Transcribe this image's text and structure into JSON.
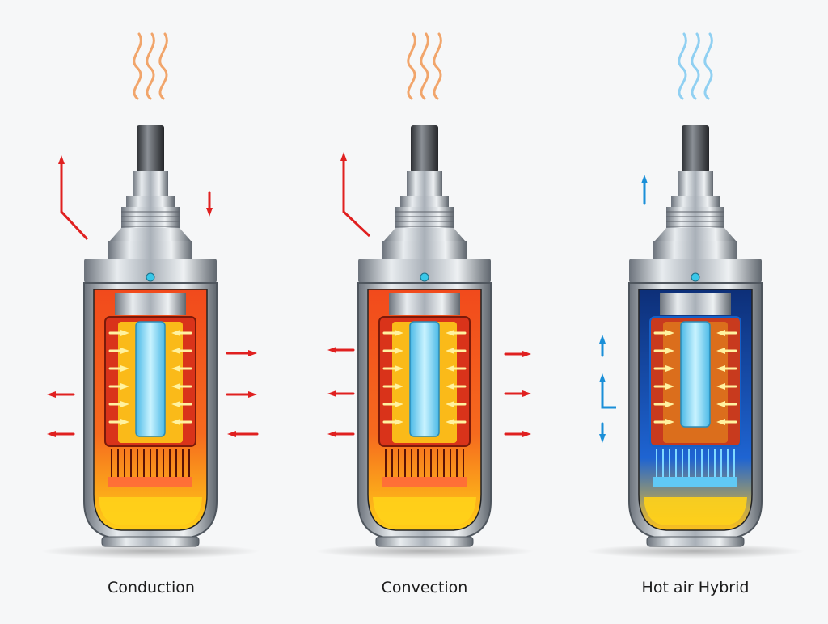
{
  "diagram": {
    "panels": [
      {
        "label": "Conduction",
        "mode": "conduction",
        "steam_color": "#f08a3c"
      },
      {
        "label": "Convection",
        "mode": "convection",
        "steam_color": "#f08a3c"
      },
      {
        "label": "Hot  air Hybrid",
        "mode": "hybrid",
        "steam_color": "#6fc3f0"
      }
    ],
    "colors": {
      "heat_arrow": "#e02020",
      "cool_arrow": "#1a8fd8",
      "metal": "#a9b0b8",
      "chamber_hot": "#f4501e",
      "chamber_glow": "#ffd21a",
      "core_cool": "#8fdcf5",
      "chamber_blue": "#1460c8"
    }
  }
}
